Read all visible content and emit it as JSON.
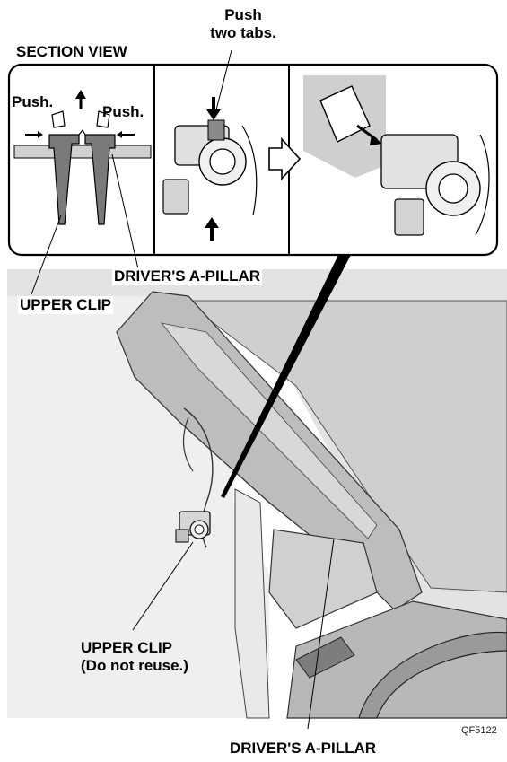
{
  "labels": {
    "section_view": "SECTION VIEW",
    "push_two_tabs_line1": "Push",
    "push_two_tabs_line2": "two tabs.",
    "push_left": "Push.",
    "push_right": "Push.",
    "drivers_a_pillar_top": "DRIVER'S A-PILLAR",
    "upper_clip_top": "UPPER CLIP",
    "upper_clip_bottom_line1": "UPPER CLIP",
    "upper_clip_bottom_line2": "(Do not reuse.)",
    "drivers_a_pillar_bottom": "DRIVER'S A-PILLAR",
    "figure_code": "QF5122"
  },
  "colors": {
    "panel_grey": "#c9c9c9",
    "shadow_grey": "#8a8a8a",
    "line": "#000000",
    "detail_bg": "#d9d9d9"
  }
}
